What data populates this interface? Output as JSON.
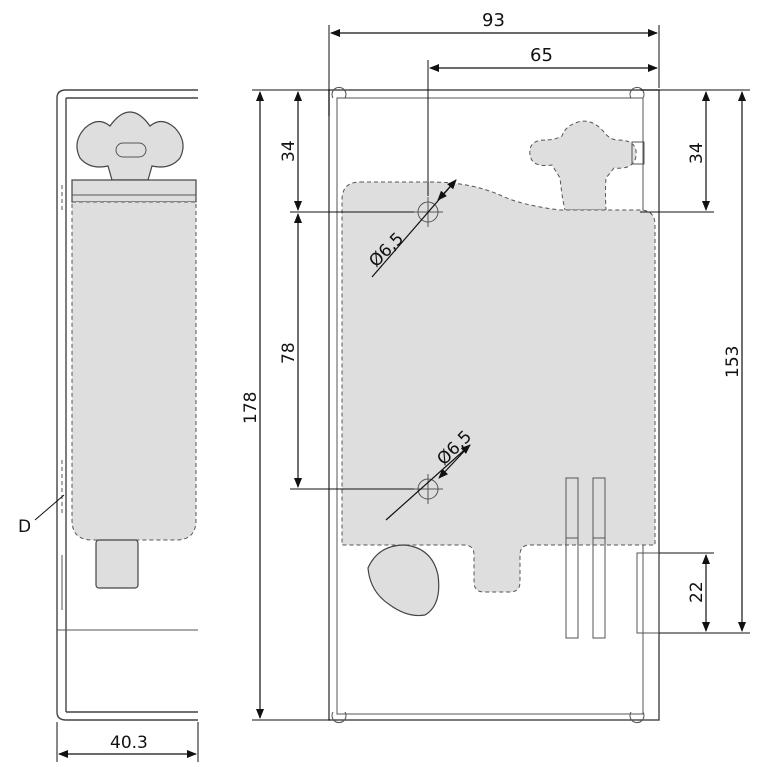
{
  "dimensions": {
    "total_width": "93",
    "hole_offset": "65",
    "top_to_hole_left": "34",
    "top_to_hole_right": "34",
    "hole_spacing": "78",
    "overall_height": "178",
    "latch_height": "153",
    "bolt_height": "22",
    "side_depth": "40.3",
    "hole_dia_top": "Ø6,5",
    "hole_dia_bottom": "Ø6,5"
  },
  "labels": {
    "detail_d": "D"
  },
  "colors": {
    "line": "#444444",
    "fill": "#dedede",
    "dimension": "#111111"
  }
}
